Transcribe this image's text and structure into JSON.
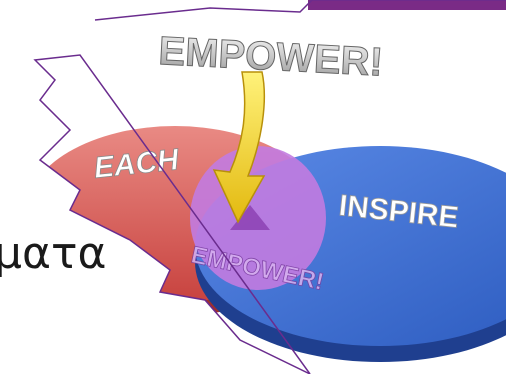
{
  "slide": {
    "partial_text": "ματα",
    "accent_color": "#7a2b86"
  },
  "clipart": {
    "title_text": "EMPOWER!",
    "left_circle_label": "EACH",
    "right_circle_label": "INSPIRE",
    "overlap_label": "EMPOWER!",
    "colors": {
      "left_circle": "#d9534f",
      "right_circle": "#3b6fd1",
      "overlap": "#c27be0",
      "arrow": "#f2d21b",
      "outline": "#6a2c8e"
    }
  }
}
